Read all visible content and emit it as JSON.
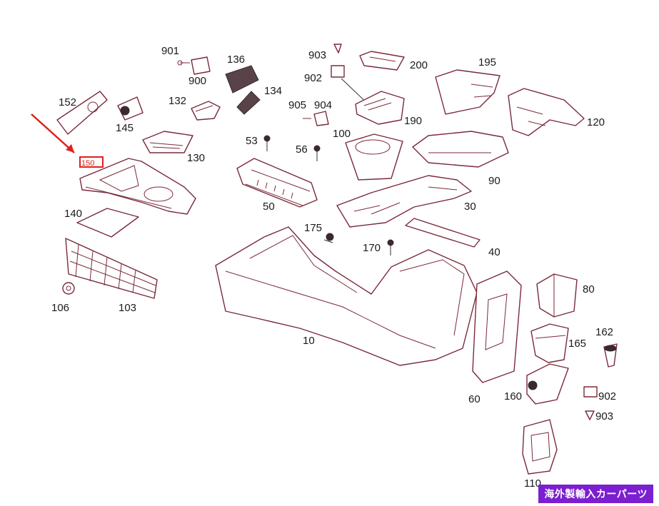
{
  "labels": {
    "l901": "901",
    "l900": "900",
    "l136": "136",
    "l134": "134",
    "l132": "132",
    "l152": "152",
    "l145": "145",
    "l130": "130",
    "l150": "150",
    "l140": "140",
    "l103": "103",
    "l106": "106",
    "l903a": "903",
    "l902a": "902",
    "l200": "200",
    "l195": "195",
    "l905": "905",
    "l904": "904",
    "l190": "190",
    "l120": "120",
    "l53": "53",
    "l56": "56",
    "l100": "100",
    "l50": "50",
    "l90": "90",
    "l30": "30",
    "l175": "175",
    "l170": "170",
    "l40": "40",
    "l10": "10",
    "l80": "80",
    "l162": "162",
    "l165": "165",
    "l60": "60",
    "l160": "160",
    "l902b": "902",
    "l903b": "903",
    "l110": "110"
  },
  "banner_text": "海外製輸入カーパーツ",
  "colors": {
    "outline": "#7a2a3a",
    "highlight": "#e0201a",
    "banner": "#7b1fd1"
  }
}
